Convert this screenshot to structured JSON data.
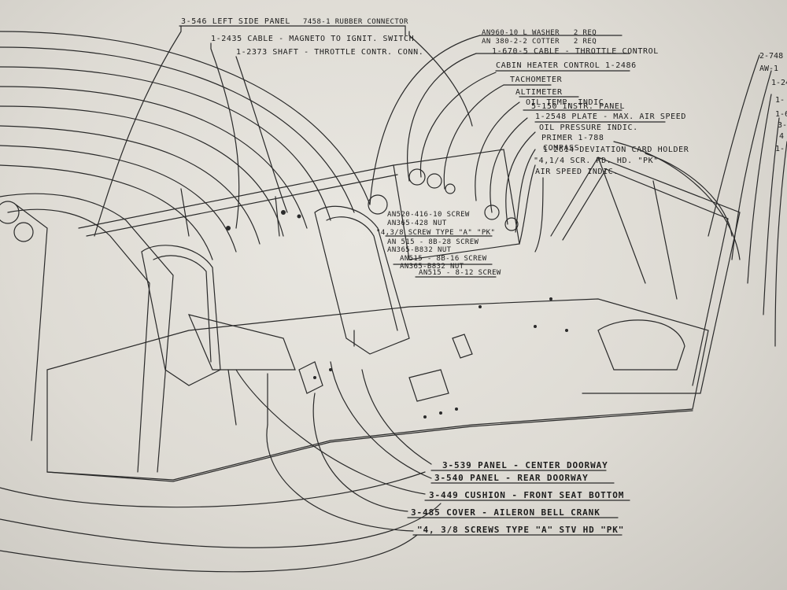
{
  "labels_top_left": [
    {
      "text": "3-546  LEFT SIDE PANEL"
    },
    {
      "text": "7458-1 RUBBER CONNECTOR"
    },
    {
      "text": "1-2435  CABLE - MAGNETO  TO  IGNIT. SWITCH"
    },
    {
      "text": "1-2373  SHAFT - THROTTLE  CONTR. CONN."
    }
  ],
  "labels_top_right": [
    {
      "text": "AN960-10 L  WASHER",
      "qty": "2 REQ"
    },
    {
      "text": "AN 380-2-2  COTTER",
      "qty": "2 REQ"
    },
    {
      "text": "1-670-5 CABLE - THROTTLE  CONTROL"
    },
    {
      "text": "CABIN  HEATER  CONTROL  1-2486"
    },
    {
      "text": "TACHOMETER"
    },
    {
      "text": "ALTIMETER"
    },
    {
      "text": "OIL  TEMP.  INDIC."
    },
    {
      "text": "5-150  INSTR. PANEL"
    },
    {
      "text": "1-2548  PLATE - MAX. AIR  SPEED"
    },
    {
      "text": "OIL  PRESSURE  INDIC."
    },
    {
      "text": "PRIMER   1-788"
    },
    {
      "text": "COMPASS"
    },
    {
      "text": "1-2614   DEVIATION  CARD HOLDER"
    },
    {
      "text": "\"4,1/4 SCR. RD. HD. \"PK\""
    },
    {
      "text": "AIR  SPEED  INDIC."
    }
  ],
  "labels_center": [
    {
      "text": "AN520-416-10  SCREW"
    },
    {
      "text": "AN365-428    NUT"
    },
    {
      "text": "\"4,3/8  SCREW  TYPE \"A\" \"PK\""
    },
    {
      "text": "AN 515 - 8B-28  SCREW"
    },
    {
      "text": "AN365-B832   NUT"
    },
    {
      "text": "AN515 - 8B-16  SCREW"
    },
    {
      "text": "AN365-B832     NUT"
    },
    {
      "text": "AN515 - 8-12  SCREW"
    }
  ],
  "labels_bottom": [
    {
      "text": "3-539  PANEL - CENTER  DOORWAY"
    },
    {
      "text": "3-540  PANEL - REAR  DOORWAY"
    },
    {
      "text": "3-449  CUSHION - FRONT  SEAT  BOTTOM"
    },
    {
      "text": "3-485  COVER - AILERON  BELL  CRANK"
    },
    {
      "text": "\"4, 3/8  SCREWS  TYPE \"A\"  STV  HD \"PK\""
    }
  ],
  "labels_right_edge": [
    {
      "text": "2-748"
    },
    {
      "text": "AW-1"
    },
    {
      "text": "1-24"
    },
    {
      "text": "1-"
    },
    {
      "text": "1-6"
    },
    {
      "text": "3-"
    },
    {
      "text": "4"
    },
    {
      "text": "1-"
    }
  ],
  "colors": {
    "paper": "#e6e3dc",
    "ink": "#1d1d1d"
  }
}
